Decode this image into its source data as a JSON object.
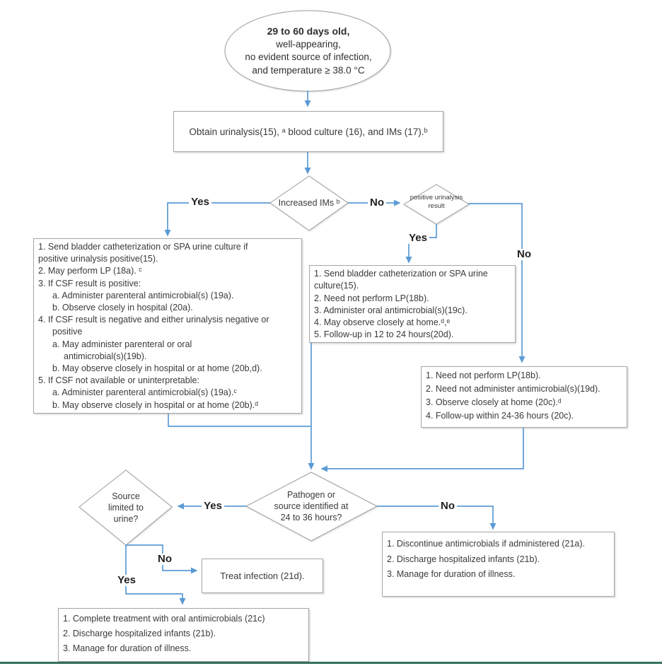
{
  "colors": {
    "flow_line": "#5b9bd5",
    "shape_border": "#9e9e9e",
    "bottom_bar": "#35705a"
  },
  "start": {
    "line1": "29 to 60 days old,",
    "line2": "well-appearing,",
    "line3": "no evident source of infection,",
    "line4": "and temperature ≥ 38.0 °C"
  },
  "obtain": {
    "text": "Obtain urinalysis(15), ᵃ blood culture (16), and IMs (17).ᵇ"
  },
  "d_ims": {
    "label": "Increased IMs ᵇ"
  },
  "d_ua": {
    "line1": "positive urinalysis",
    "line2": "result"
  },
  "d_pathogen": {
    "line1": "Pathogen  or",
    "line2": "source identified at",
    "line3": "24 to 36 hours?"
  },
  "d_source": {
    "line1": "Source",
    "line2": "limited to",
    "line3": "urine?"
  },
  "labels": {
    "yes1": "Yes",
    "no1": "No",
    "yes2": "Yes",
    "no2": "No",
    "yes3": "Yes",
    "no3": "No",
    "yes4": "Yes",
    "no4": "No"
  },
  "box_yes_ims": {
    "lines": [
      {
        "text": "1. Send bladder catheterization or SPA urine culture if",
        "indent": 0
      },
      {
        "text": "positive urinalysis positive(15).",
        "indent": 0
      },
      {
        "text": "2. May perform LP (18a). ᶜ",
        "indent": 0
      },
      {
        "text": "3. If CSF result is positive:",
        "indent": 0
      },
      {
        "text": "a. Administer parenteral antimicrobial(s) (19a).",
        "indent": 1
      },
      {
        "text": "b. Observe closely in hospital (20a).",
        "indent": 1
      },
      {
        "text": "4. If CSF result is negative and either urinalysis negative or",
        "indent": 0
      },
      {
        "text": "positive",
        "indent": 1
      },
      {
        "text": "a. May administer parenteral or oral",
        "indent": 1
      },
      {
        "text": "antimicrobial(s)(19b).",
        "indent": 2
      },
      {
        "text": "b. May observe closely in hospital or at home (20b,d).",
        "indent": 1
      },
      {
        "text": "5. If CSF not available or uninterpretable:",
        "indent": 0
      },
      {
        "text": "a. Administer parenteral antimicrobial(s) (19a).ᶜ",
        "indent": 1
      },
      {
        "text": "b. May observe closely in hospital or at home (20b).ᵈ",
        "indent": 1
      }
    ]
  },
  "box_pos_ua": {
    "lines": [
      {
        "text": "1. Send bladder catheterization or SPA urine",
        "indent": 0
      },
      {
        "text": "culture(15).",
        "indent": 0
      },
      {
        "text": "2. Need not perform LP(18b).",
        "indent": 0
      },
      {
        "text": "3. Administer oral antimicrobial(s)(19c).",
        "indent": 0
      },
      {
        "text": "4. May observe closely at home.ᵈ,ᵉ",
        "indent": 0
      },
      {
        "text": "5. Follow-up in 12 to 24 hours(20d).",
        "indent": 0
      }
    ]
  },
  "box_neg_ua": {
    "lines": [
      {
        "text": "1. Need not perform LP(18b).",
        "indent": 0
      },
      {
        "text": "2. Need not administer antimicrobial(s)(19d).",
        "indent": 0
      },
      {
        "text": "3. Observe closely at home (20c).ᵈ",
        "indent": 0
      },
      {
        "text": "4. Follow-up within 24-36 hours (20c).",
        "indent": 0
      }
    ]
  },
  "box_no_pathogen": {
    "lines": [
      {
        "text": "1. Discontinue antimicrobials if administered (21a).",
        "indent": 0
      },
      {
        "text": "2. Discharge hospitalized infants (21b).",
        "indent": 0
      },
      {
        "text": "3. Manage for duration of illness.",
        "indent": 0
      }
    ]
  },
  "box_treat": {
    "text": "Treat infection (21d)."
  },
  "box_complete": {
    "lines": [
      {
        "text": "1. Complete treatment with oral antimicrobials  (21c)",
        "indent": 0
      },
      {
        "text": "2. Discharge hospitalized infants (21b).",
        "indent": 0
      },
      {
        "text": "3. Manage for duration of illness.",
        "indent": 0
      }
    ]
  }
}
